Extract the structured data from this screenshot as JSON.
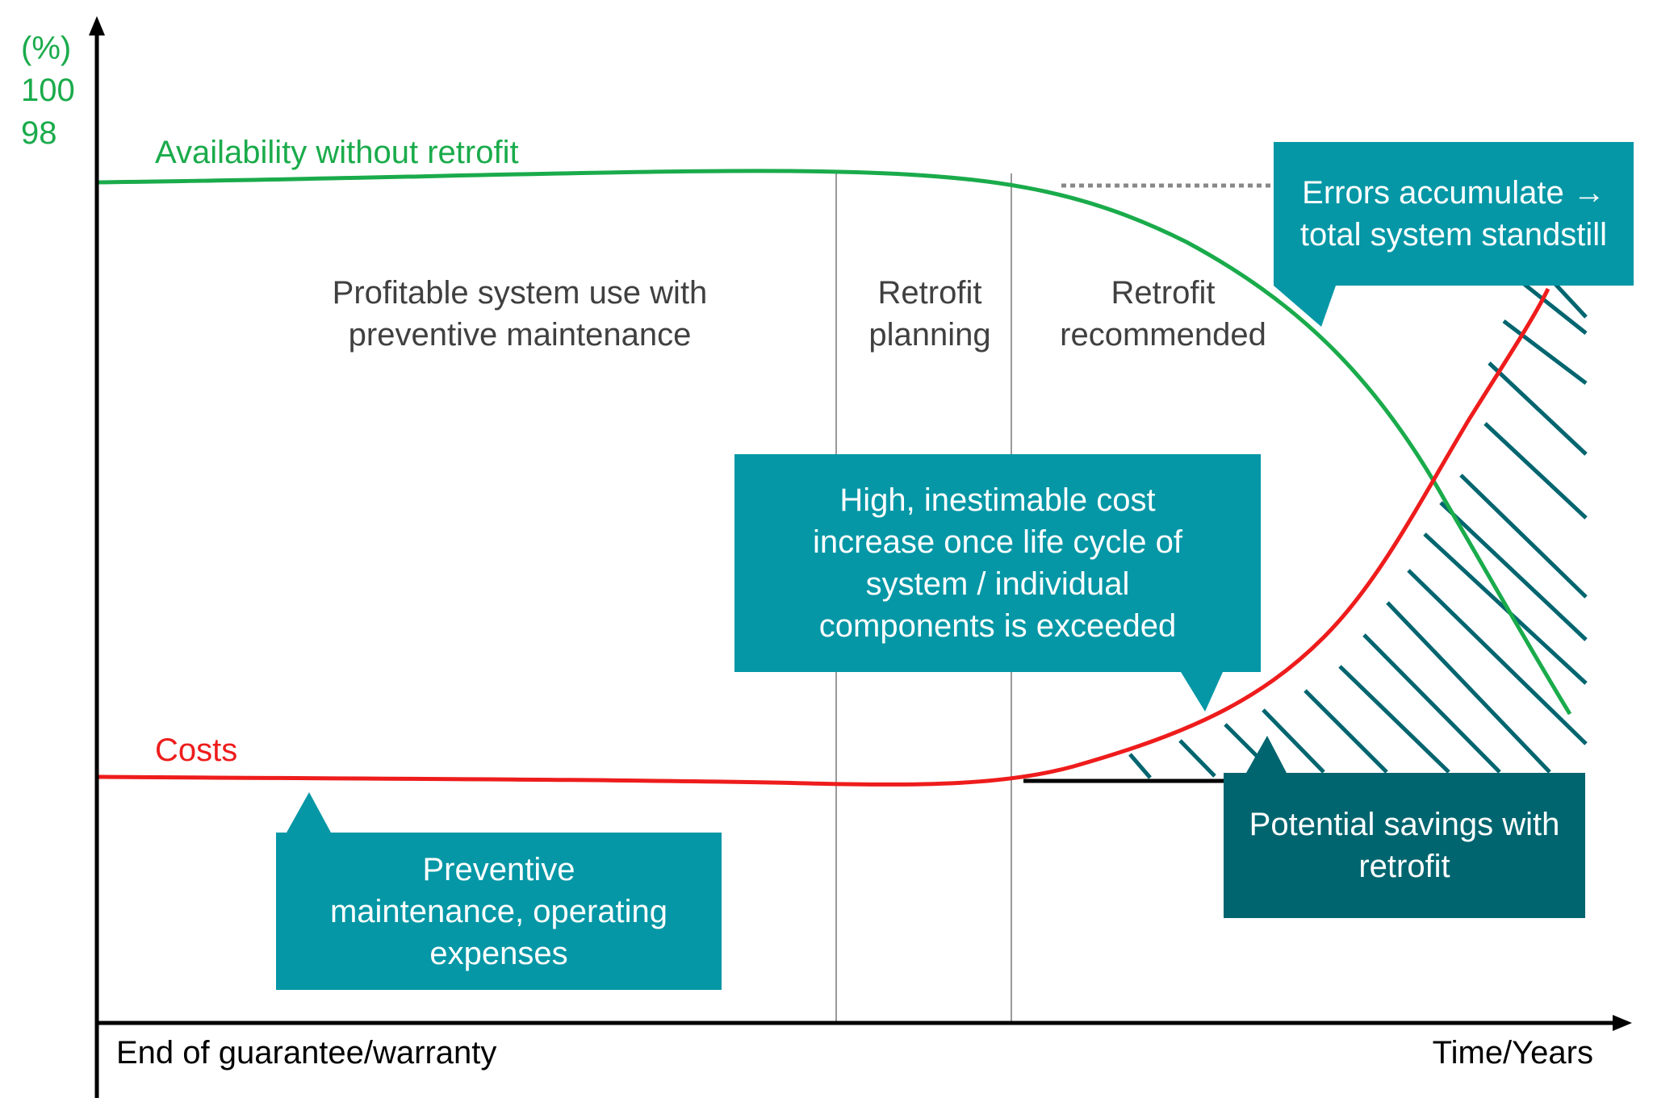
{
  "y_axis": {
    "unit": "(%)",
    "ticks": [
      "100",
      "98"
    ]
  },
  "x_axis": {
    "start_label": "End of guarantee/warranty",
    "end_label": "Time/Years"
  },
  "series": {
    "availability": {
      "label": "Availability without retrofit",
      "color": "#1aab4b"
    },
    "costs": {
      "label": "Costs",
      "color": "#ee1c1c"
    }
  },
  "phases": {
    "profitable": {
      "line1": "Profitable system use with",
      "line2": "preventive maintenance"
    },
    "planning": {
      "line1": "Retrofit",
      "line2": "planning"
    },
    "recommended": {
      "line1": "Retrofit",
      "line2": "recommended"
    }
  },
  "callouts": {
    "errors": "Errors accumulate → total system standstill",
    "high_cost": "High, inestimable cost increase once life cycle of system / individual components is exceeded",
    "preventive": "Preventive maintenance, operating expenses",
    "savings": "Potential savings with retrofit"
  },
  "colors": {
    "callout_fill": "#0597a6",
    "savings_fill": "#00656f",
    "hatch": "#00656f",
    "axis": "#000000",
    "divider": "#999999",
    "dotted": "#888888"
  }
}
